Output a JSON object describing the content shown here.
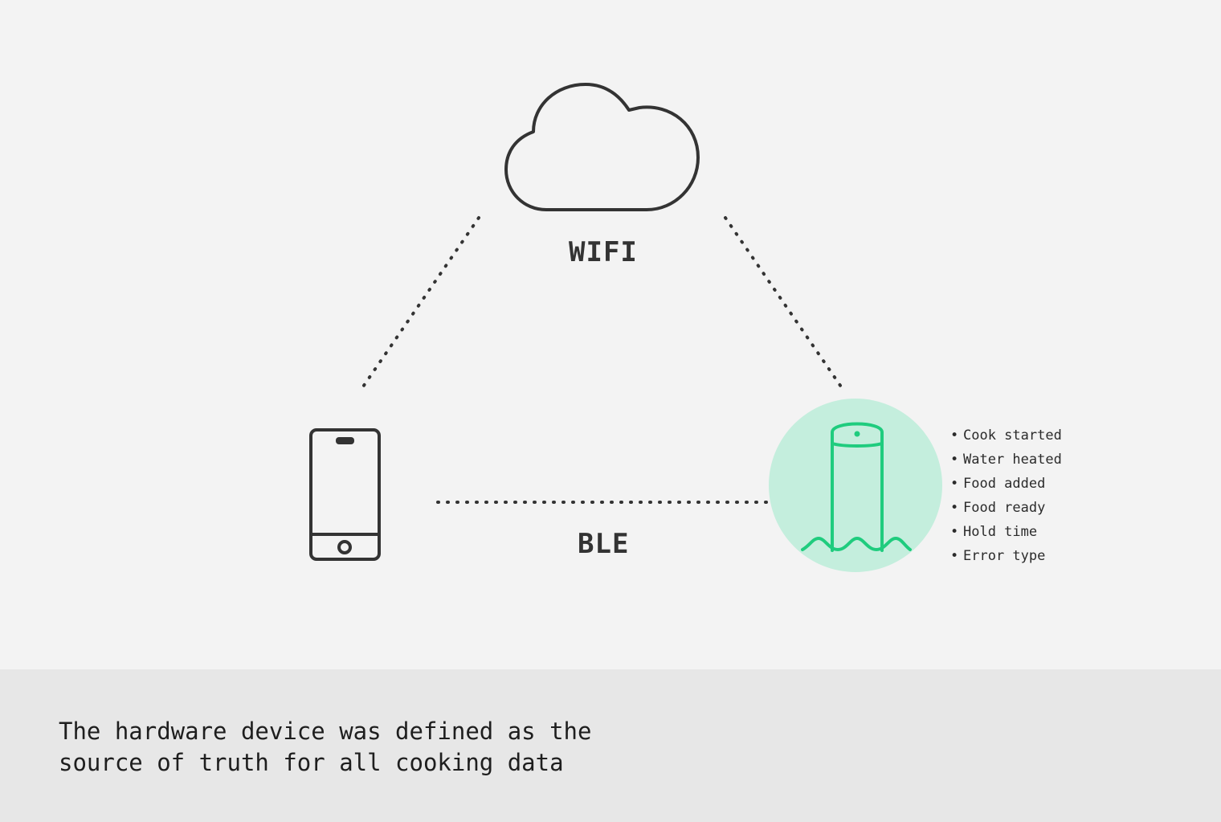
{
  "diagram": {
    "connections": {
      "wifi_label": "WIFI",
      "ble_label": "BLE"
    },
    "nodes": {
      "cloud": {
        "icon": "cloud-icon"
      },
      "phone": {
        "icon": "smartphone-icon"
      },
      "device": {
        "icon": "sous-vide-device-icon",
        "accent_color": "#1fcc7e",
        "badge_color": "#c4eedd"
      }
    },
    "device_events": [
      "Cook started",
      "Water heated",
      "Food added",
      "Food ready",
      "Hold time",
      "Error type"
    ],
    "line_color": "#333333"
  },
  "caption": {
    "line1": "The hardware device was defined as the",
    "line2": "source of truth for all cooking data"
  }
}
